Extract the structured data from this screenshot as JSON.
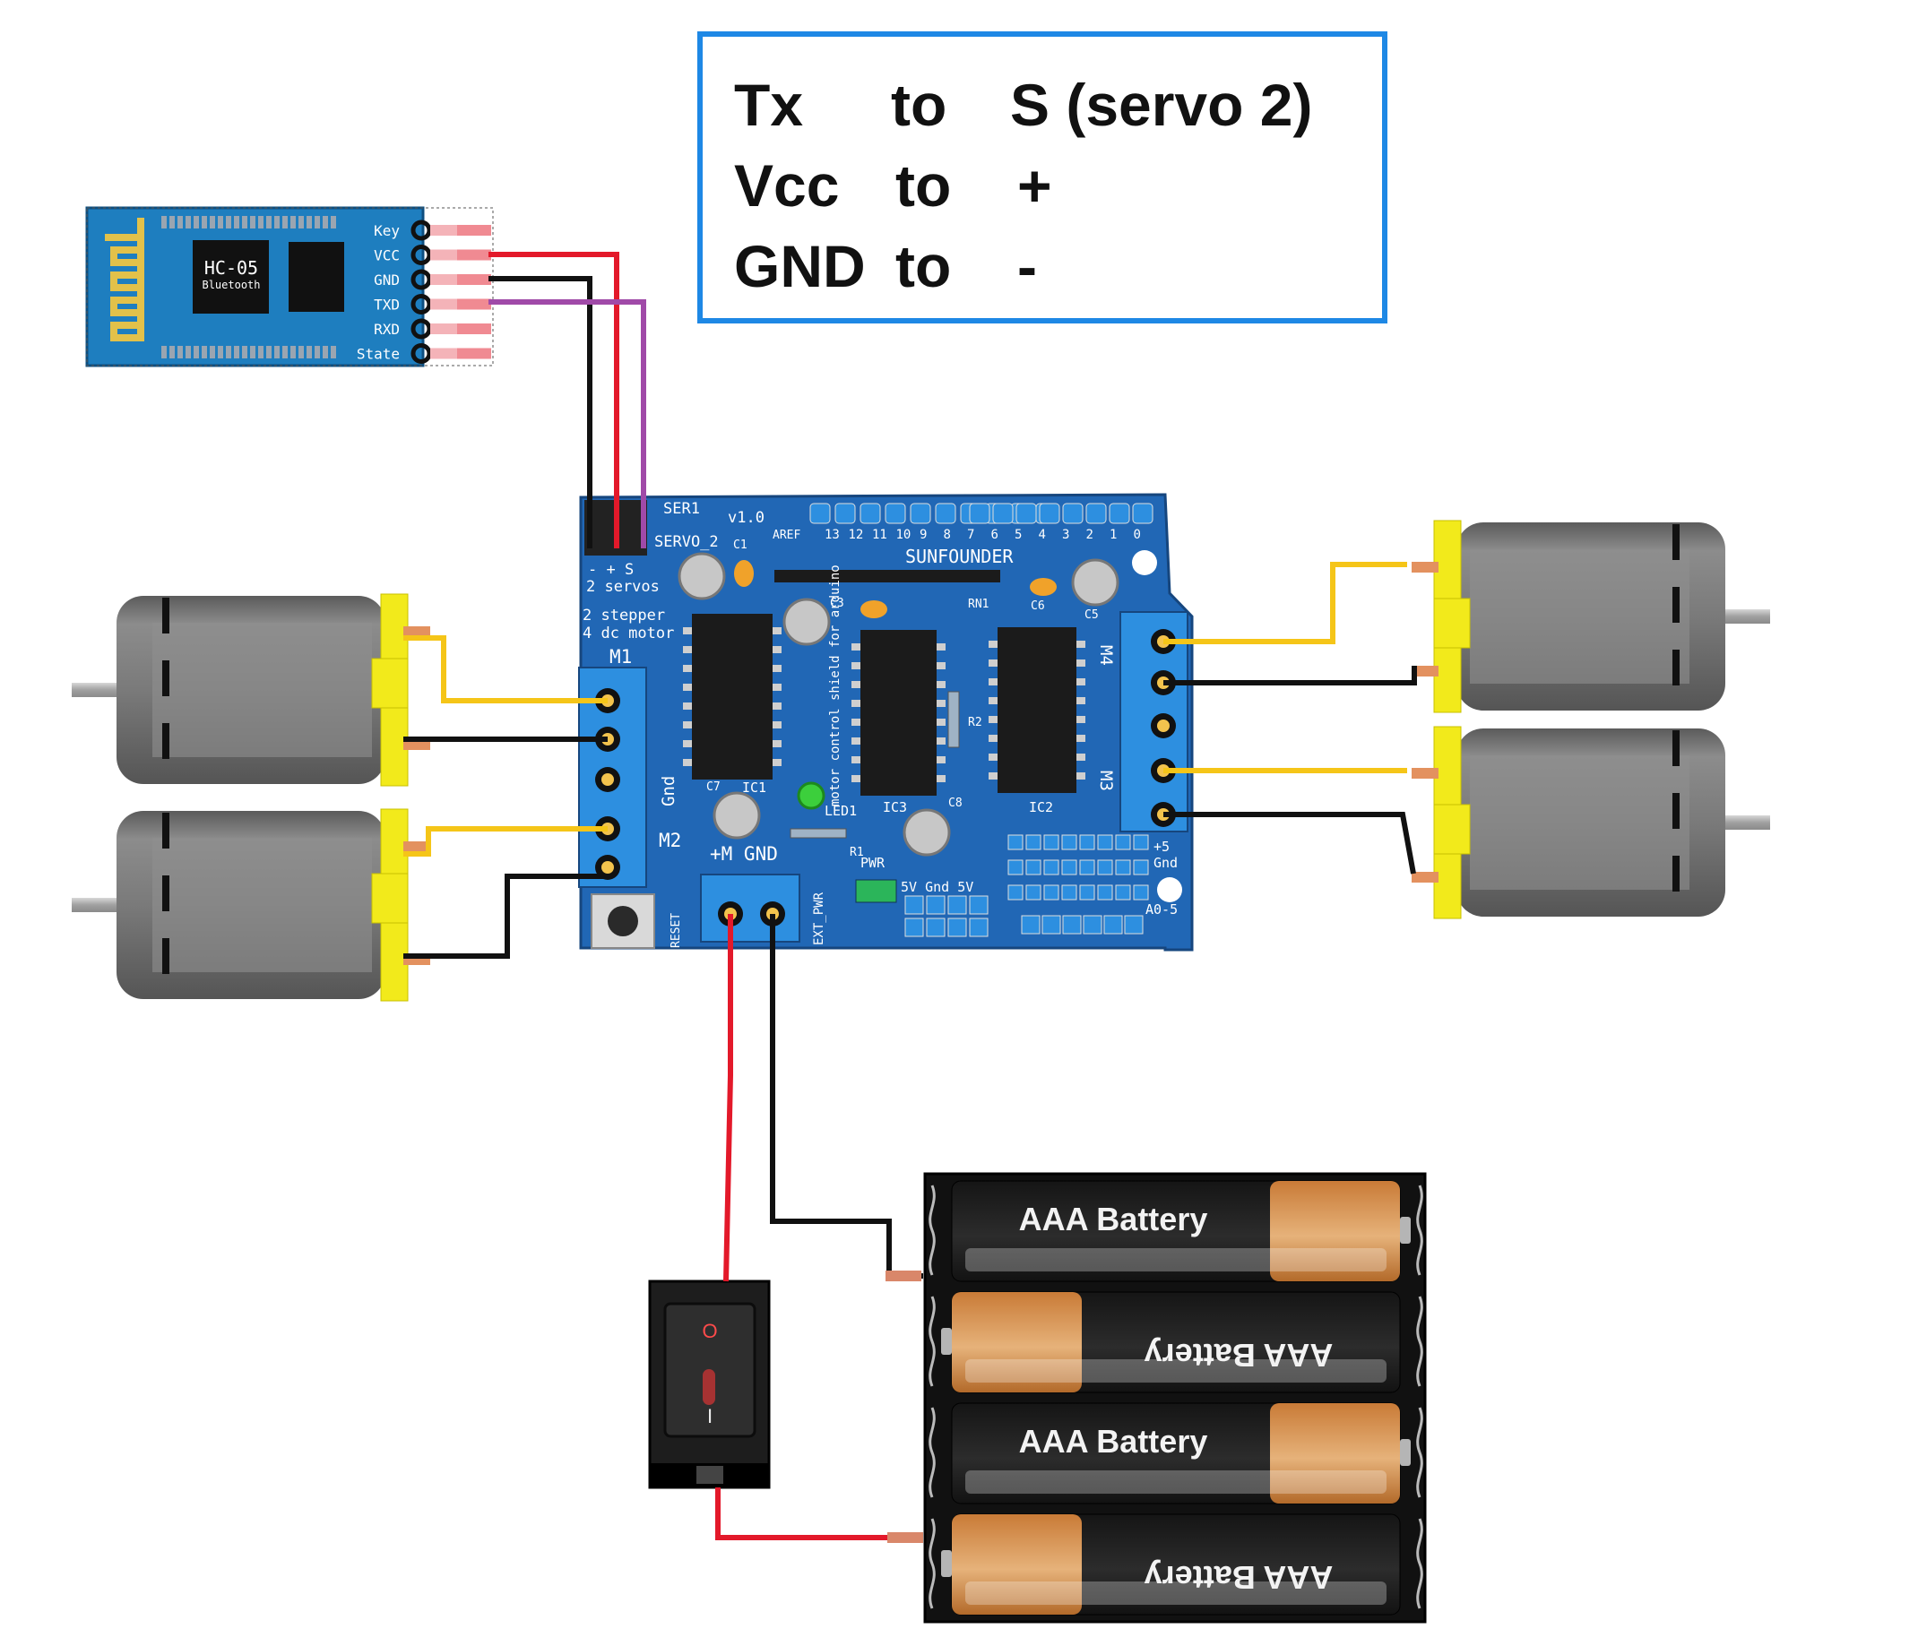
{
  "note": {
    "rows": [
      {
        "signal": "Tx",
        "word": "to",
        "target": "S (servo 2)"
      },
      {
        "signal": "Vcc",
        "word": "to",
        "target": "+"
      },
      {
        "signal": "GND",
        "word": "to",
        "target": "-"
      }
    ],
    "border_color": "#1e88e5"
  },
  "bluetooth": {
    "name": "HC-05",
    "sub": "Bluetooth",
    "pins": [
      "Key",
      "VCC",
      "GND",
      "TXD",
      "RXD",
      "State"
    ]
  },
  "shield": {
    "brand": "SUNFOUNDER",
    "version": "v1.0",
    "labels": {
      "ser1": "SER1",
      "servo2": "SERVO_2",
      "servo_pins": "- + S",
      "line1": "2 servos",
      "line2": "2 stepper",
      "line3": "4 dc motor",
      "m1": "M1",
      "m2": "M2",
      "m3": "M3",
      "m4": "M4",
      "gnd": "Gnd",
      "pwr_in": "+M GND",
      "ext": "EXT_PWR",
      "reset": "RESET",
      "pwr": "PWR",
      "fiveV": "5V Gnd 5V",
      "plus5": "+5",
      "gnd2": "Gnd",
      "a0": "A0-5",
      "aref": "AREF",
      "ic1": "IC1",
      "ic2": "IC2",
      "ic3": "IC3",
      "led1": "LED1",
      "r1": "R1",
      "r2": "R2",
      "rn1": "RN1",
      "c1": "C1",
      "c3": "C3",
      "c5": "C5",
      "c6": "C6",
      "c7": "C7",
      "c8": "C8",
      "side_text": "motor control shield for arduino",
      "pins_top": [
        "13",
        "12",
        "11",
        "10",
        "9",
        "8",
        "7",
        "6",
        "5",
        "4",
        "3",
        "2",
        "1",
        "0"
      ]
    }
  },
  "battery": {
    "label": "AAA Battery",
    "count": 4
  },
  "switch": {
    "off_mark": "O",
    "on_mark": "I"
  },
  "colors": {
    "wire_red": "#e3192a",
    "wire_black": "#111111",
    "wire_purple": "#a04aa8",
    "wire_yellow": "#f5c518",
    "shield_blue": "#2167b5",
    "motor_gray": "#7a7a7a",
    "motor_cap": "#f2ea1b",
    "battery_copper": "#d08a4a"
  }
}
